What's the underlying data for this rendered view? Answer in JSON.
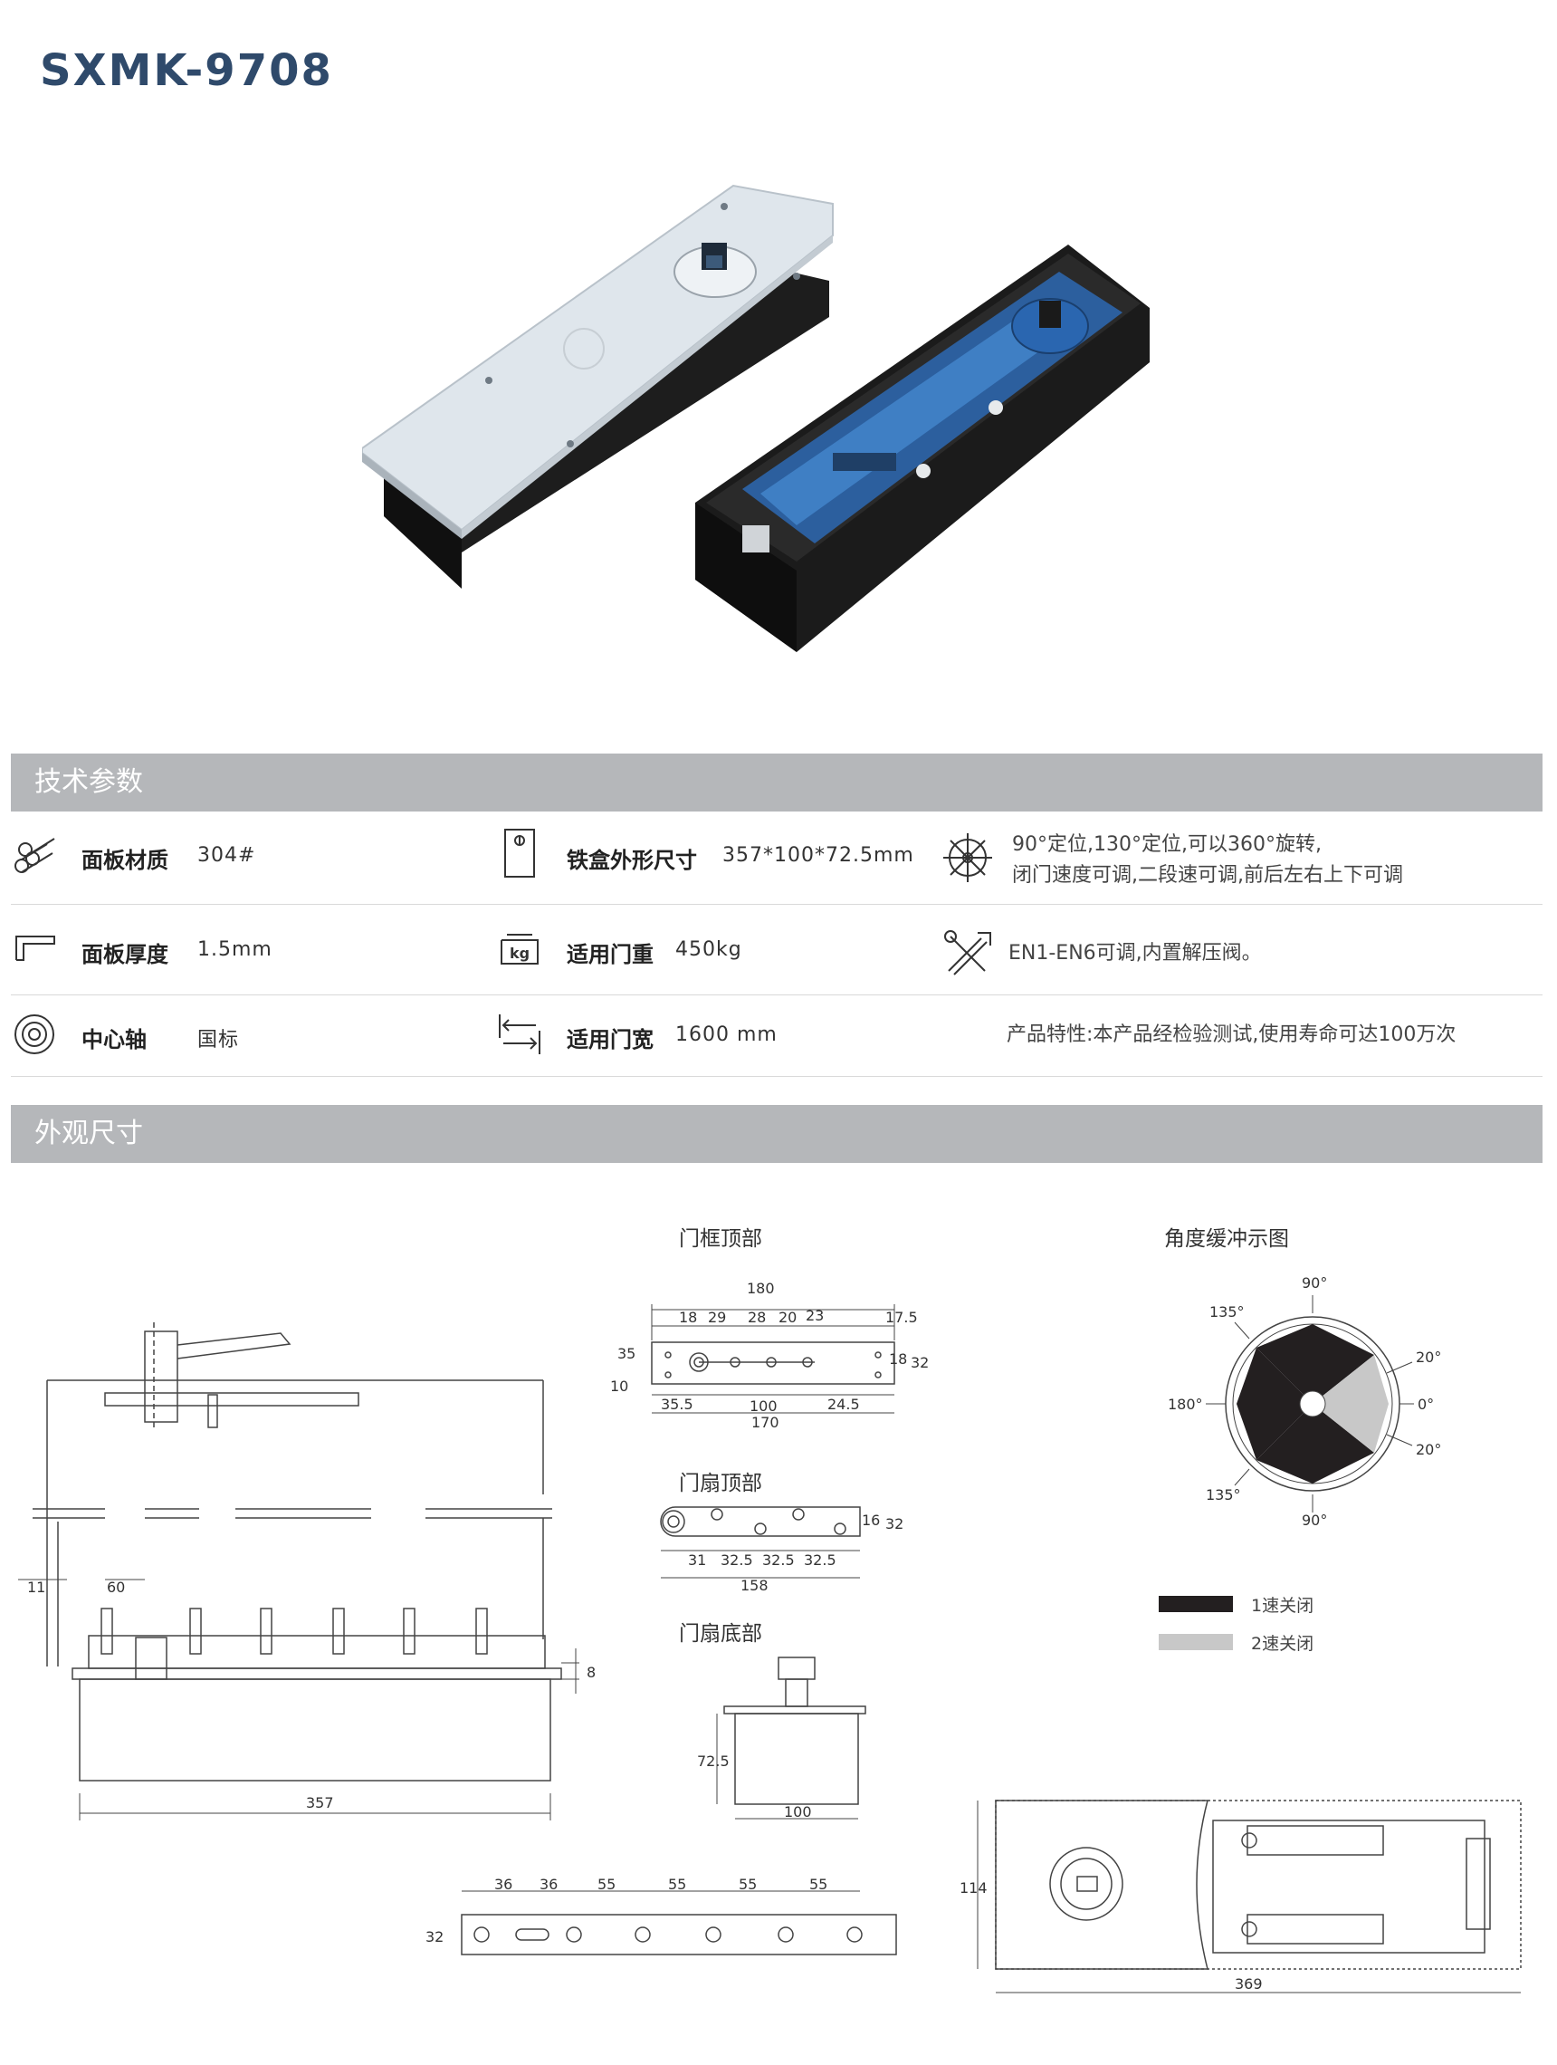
{
  "model": "SXMK-9708",
  "sections": {
    "tech": "技术参数",
    "dimensions": "外观尺寸"
  },
  "specs": {
    "row1": {
      "panel_material": {
        "label": "面板材质",
        "value": "304#"
      },
      "box_size": {
        "label": "铁盒外形尺寸",
        "value": "357*100*72.5mm"
      },
      "note_line1": "90°定位,130°定位,可以360°旋转,",
      "note_line2": "闭门速度可调,二段速可调,前后左右上下可调"
    },
    "row2": {
      "panel_thickness": {
        "label": "面板厚度",
        "value": "1.5mm"
      },
      "door_weight": {
        "label": "适用门重",
        "value": "450kg"
      },
      "note": "EN1-EN6可调,内置解压阀。"
    },
    "row3": {
      "center_axis": {
        "label": "中心轴",
        "value": "国标"
      },
      "door_width": {
        "label": "适用门宽",
        "value": "1600 mm"
      },
      "note": "产品特性:本产品经检验测试,使用寿命可达100万次"
    }
  },
  "icons": {
    "panel_material": "material-bars-icon",
    "box_size": "box-icon",
    "rotation": "rotation-wheel-icon",
    "panel_thickness": "angle-profile-icon",
    "door_weight": "weight-kg-icon",
    "adjust": "tools-icon",
    "center_axis": "axis-circle-icon",
    "door_width": "width-arrows-icon"
  },
  "icon_text": {
    "kg": "kg"
  },
  "captions": {
    "frame_top": "门框顶部",
    "leaf_top": "门扇顶部",
    "leaf_bottom": "门扇底部",
    "angle_diagram": "角度缓冲示图"
  },
  "legend": {
    "speed1": {
      "label": "1速关闭",
      "color": "#231f20"
    },
    "speed2": {
      "label": "2速关闭",
      "color": "#c8c8c8"
    }
  },
  "dims": {
    "side_view": {
      "d11": "11",
      "d60": "60",
      "d357": "357",
      "d8": "8"
    },
    "frame_top": {
      "d180": "180",
      "d18a": "18",
      "d29": "29",
      "d28": "28",
      "d20": "20",
      "d23": "23",
      "d17_5": "17.5",
      "d35": "35",
      "d10": "10",
      "d18b": "18",
      "d32": "32",
      "d35_5": "35.5",
      "d100": "100",
      "d24_5": "24.5",
      "d170": "170"
    },
    "leaf_top": {
      "d16": "16",
      "d32": "32",
      "d31": "31",
      "d32_5a": "32.5",
      "d32_5b": "32.5",
      "d32_5c": "32.5",
      "d158": "158"
    },
    "leaf_bottom": {
      "d72_5": "72.5",
      "d100": "100"
    },
    "bottom_strip": {
      "d36a": "36",
      "d36b": "36",
      "d55a": "55",
      "d55b": "55",
      "d55c": "55",
      "d55d": "55",
      "d32": "32"
    },
    "box_top": {
      "d114": "114",
      "d369": "369"
    },
    "angles": {
      "a90t": "90°",
      "a135t": "135°",
      "a20t": "20°",
      "a180": "180°",
      "a0": "0°",
      "a20b": "20°",
      "a135b": "135°",
      "a90b": "90°"
    }
  }
}
